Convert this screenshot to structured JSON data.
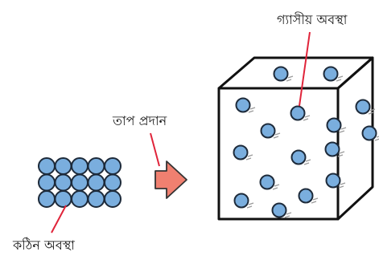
{
  "labels": {
    "gas_state": "গ্যাসীয় অবস্থা",
    "apply_heat": "তাপ প্রদান",
    "solid_state": "কঠিন অবস্থা"
  },
  "solid": {
    "rows": 3,
    "cols": 5
  },
  "gas": {
    "particle_count": 16
  },
  "colors": {
    "particle_fill": "#7aaede",
    "particle_stroke": "#1d2a3a",
    "arrow_fill": "#f08070",
    "arrow_stroke": "#333333",
    "leader_line": "#e0243a",
    "box_stroke": "#111111"
  }
}
